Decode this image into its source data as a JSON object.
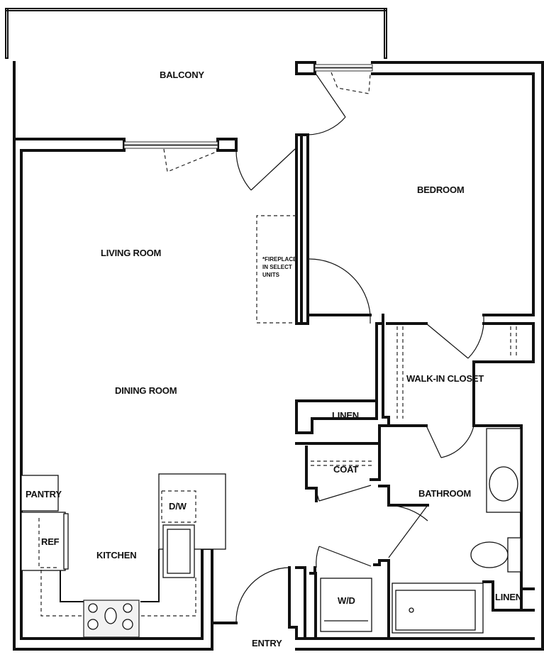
{
  "floorplan": {
    "rooms": {
      "balcony": "BALCONY",
      "bedroom": "BEDROOM",
      "living_room": "LIVING ROOM",
      "dining_room": "DINING ROOM",
      "walk_in_closet": "WALK-IN CLOSET",
      "linen_hall": "LINEN",
      "coat": "COAT",
      "bathroom": "BATHROOM",
      "pantry": "PANTRY",
      "ref": "REF",
      "dw": "D/W",
      "kitchen": "KITCHEN",
      "wd": "W/D",
      "linen_bath": "LINEN",
      "entry": "ENTRY"
    },
    "fireplace_note": [
      "*FIREPLACE",
      "IN SELECT",
      "UNITS"
    ]
  }
}
